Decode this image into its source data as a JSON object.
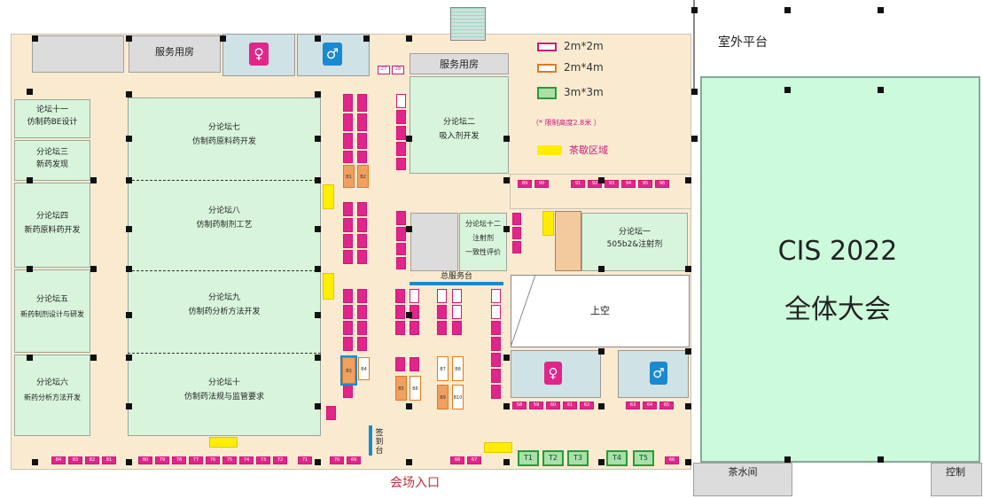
{
  "legend": {
    "items": [
      {
        "label": "2m*2m"
      },
      {
        "label": "2m*4m"
      },
      {
        "label": "3m*3m"
      }
    ],
    "note": "（*  限制高度2.8米 ）",
    "tea_area": "茶歇区域"
  },
  "rooms": {
    "service_room_1": "服务用房",
    "service_room_2": "服务用房",
    "outdoor_platform": "室外平台",
    "main_hall_title": "CIS 2022",
    "main_hall_subtitle": "全体大会",
    "above_space": "上空",
    "tea_room": "茶水间",
    "control_room": "控制",
    "service_desk": "总服务台",
    "checkin_desk": "签到台",
    "entrance": "会场入口"
  },
  "forums": {
    "f11": {
      "name": "论坛十一",
      "topic": "仿制药BE设计"
    },
    "f3": {
      "name": "分论坛三",
      "topic": "新药发现"
    },
    "f4": {
      "name": "分论坛四",
      "topic": "新药原料药开发"
    },
    "f5": {
      "name": "分论坛五",
      "topic": "新药制剂设计与研发"
    },
    "f6": {
      "name": "分论坛六",
      "topic": "新药分析方法开发"
    },
    "f7": {
      "name": "分论坛七",
      "topic": "仿制药原料药开发"
    },
    "f8": {
      "name": "分论坛八",
      "topic": "仿制药制剂工艺"
    },
    "f9": {
      "name": "分论坛九",
      "topic": "仿制药分析方法开发"
    },
    "f10": {
      "name": "分论坛十",
      "topic": "仿制药法规与监管要求"
    },
    "f2": {
      "name": "分论坛二",
      "topic": "吸入剂开发"
    },
    "f12": {
      "name": "分论坛十二",
      "topic1": "注射剂",
      "topic2": "一致性评价"
    },
    "f1": {
      "name": "分论坛一",
      "topic": "505b2&注射剂"
    }
  },
  "booths": {
    "bottom_row": [
      "84",
      "83",
      "82",
      "81",
      "80",
      "79",
      "78",
      "77",
      "76",
      "75",
      "74",
      "73",
      "72",
      "71",
      "70",
      "69",
      "68",
      "67",
      "66"
    ],
    "right_top_row": [
      "89",
      "90",
      "91",
      "92",
      "93",
      "94",
      "95",
      "96"
    ],
    "right_bottom_row": [
      "58",
      "59",
      "60",
      "61",
      "62",
      "63",
      "64",
      "65"
    ],
    "green": [
      "T1",
      "T2",
      "T3",
      "T4",
      "T5"
    ],
    "orange": [
      "B1",
      "B2",
      "B3",
      "B4",
      "B5",
      "B6",
      "B7",
      "B8",
      "B9",
      "B10"
    ],
    "top_pair": [
      "27",
      "28"
    ]
  },
  "colors": {
    "pink": "#e0268a",
    "orange": "#f0a060",
    "green": "#a8e0a8",
    "yellow": "#ffee00",
    "room_green": "#d8f5dc",
    "floor": "#faebd0"
  }
}
